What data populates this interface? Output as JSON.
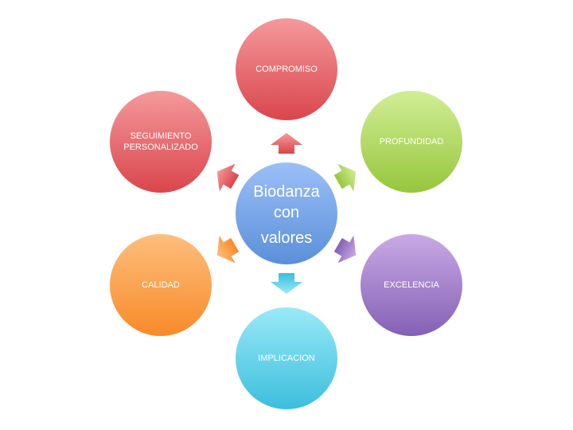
{
  "center": {
    "line1": "Biodanza",
    "line2": "con",
    "line3": "valores",
    "color": "#5a8fd8"
  },
  "nodes": [
    {
      "label": "COMPROMISO",
      "color": "#d9454b",
      "light": "#f59a9c"
    },
    {
      "label": "PROFUNDIDAD",
      "color": "#96c63c",
      "light": "#d2ee96"
    },
    {
      "label": "EXCELENCIA",
      "color": "#8460b4",
      "light": "#c9aae6"
    },
    {
      "label": "IMPLICACION",
      "color": "#3cbedc",
      "light": "#9aeaf8"
    },
    {
      "label": "CALIDAD",
      "color": "#f88a28",
      "light": "#fdbf7e"
    },
    {
      "label": "SEGUIMIENTO PERSONALIZADO",
      "color": "#d9454b",
      "light": "#f59a9c"
    }
  ]
}
